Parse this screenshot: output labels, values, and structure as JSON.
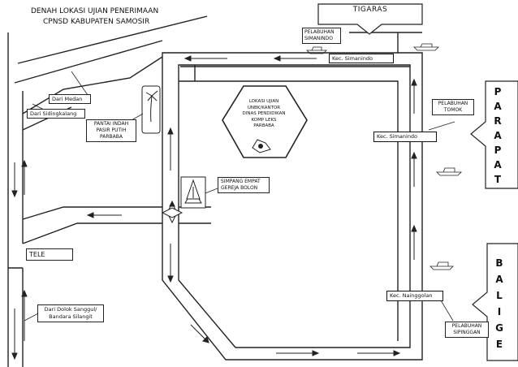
{
  "title": {
    "line1": "DENAH LOKASI UJIAN  PENERIMAAN",
    "line2": "CPNSD KABUPATEN SAMOSIR"
  },
  "places": {
    "tigaras": "TIGARAS",
    "parapat": [
      "P",
      "A",
      "R",
      "A",
      "P",
      "A",
      "T"
    ],
    "balige": [
      "B",
      "A",
      "L",
      "I",
      "G",
      "E"
    ],
    "tele": "TELE"
  },
  "labels": {
    "pelabuhan_simanindo": [
      "PELABUHAN",
      "SIMANINDO"
    ],
    "kec_simanindo_top": "Kec. Simanindo",
    "pelabuhan_tomok": [
      "PELABUHAN",
      "TOMOK"
    ],
    "kec_simanindo_right": "Kec. Simanindo",
    "dari_medan": "Dari Medan",
    "dari_sidingkalang": "Dari Sidingkalang",
    "pantai_indah": [
      "PANTAI INDAH",
      "PASIR PUTIH",
      "PARBABA"
    ],
    "lokasi_ujian": [
      "LOKASI UJIAN",
      "UNBK/KANTOR",
      "DINAS PENDIDIKAN",
      "KOMP LEKS",
      "PARBABA"
    ],
    "simpang_empat": [
      "SIMPANG EMPAT",
      "GEREJA BOLON"
    ],
    "kec_nainggolan": "Kec. Nainggolan",
    "dari_dolok": [
      "Dari Dolok Sanggul/",
      "Bandara Silangit"
    ],
    "pelabuhan_sipinggan": [
      "PELABUHAN",
      "SIPINGGAN"
    ]
  },
  "icons": [
    "ferry-icon",
    "palm-tree-icon",
    "church-icon",
    "office-emblem-icon",
    "compass-icon"
  ],
  "colors": {
    "line": "#222222",
    "background": "#ffffff"
  }
}
